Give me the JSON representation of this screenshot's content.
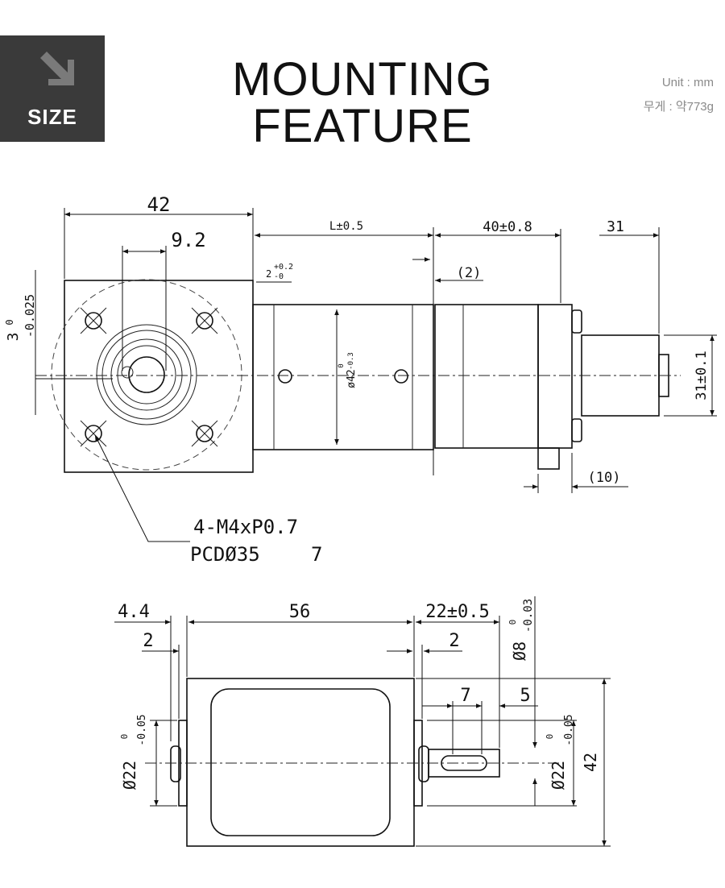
{
  "header": {
    "badge_label": "SIZE",
    "badge_icon": "arrow-down-right-icon",
    "title": "MOUNTING FEATURE",
    "unit_text": "Unit : mm",
    "weight_text": "무게 : 약773g"
  },
  "colors": {
    "badge_bg": "#3a3a3a",
    "badge_fg": "#ffffff",
    "meta": "#8a8a8a",
    "ink": "#111111"
  },
  "dimensions": {
    "flange_width": "42",
    "pilot_offset": "9.2",
    "motor_length": "L±0.5",
    "gear_length": "40±0.8",
    "shaft_length": "31",
    "flange_step": "2",
    "spacer": "(2)",
    "spacer_tol": "+0.2",
    "spacer_tol_low": "-0",
    "side_nominal": "3",
    "side_tol_up": "0",
    "side_tol_low": "-0.025",
    "body_dia": "ø42",
    "body_tol_up": "0",
    "body_tol_low": "-0.3",
    "gear_height": "31±0.1",
    "foot": "(10)",
    "thread_spec": "4-M4xP0.7",
    "pcd_spec": "PCDØ35",
    "pcd_depth": "7",
    "bottom_left": "4.4",
    "bottom_body": "56",
    "bottom_shaft": "22±0.5",
    "bottom_step_left": "2",
    "bottom_step_right": "2",
    "shaft_dia": "Ø8",
    "shaft_tol_up": "0",
    "shaft_tol_low": "-0.03",
    "key_length": "7",
    "key_offset": "5",
    "boss_dia_left": "Ø22",
    "boss_tol_up_left": "0",
    "boss_tol_low_left": "-0.05",
    "boss_dia_right": "Ø22",
    "boss_tol_up_right": "0",
    "boss_tol_low_right": "-0.05",
    "body_height": "42"
  }
}
